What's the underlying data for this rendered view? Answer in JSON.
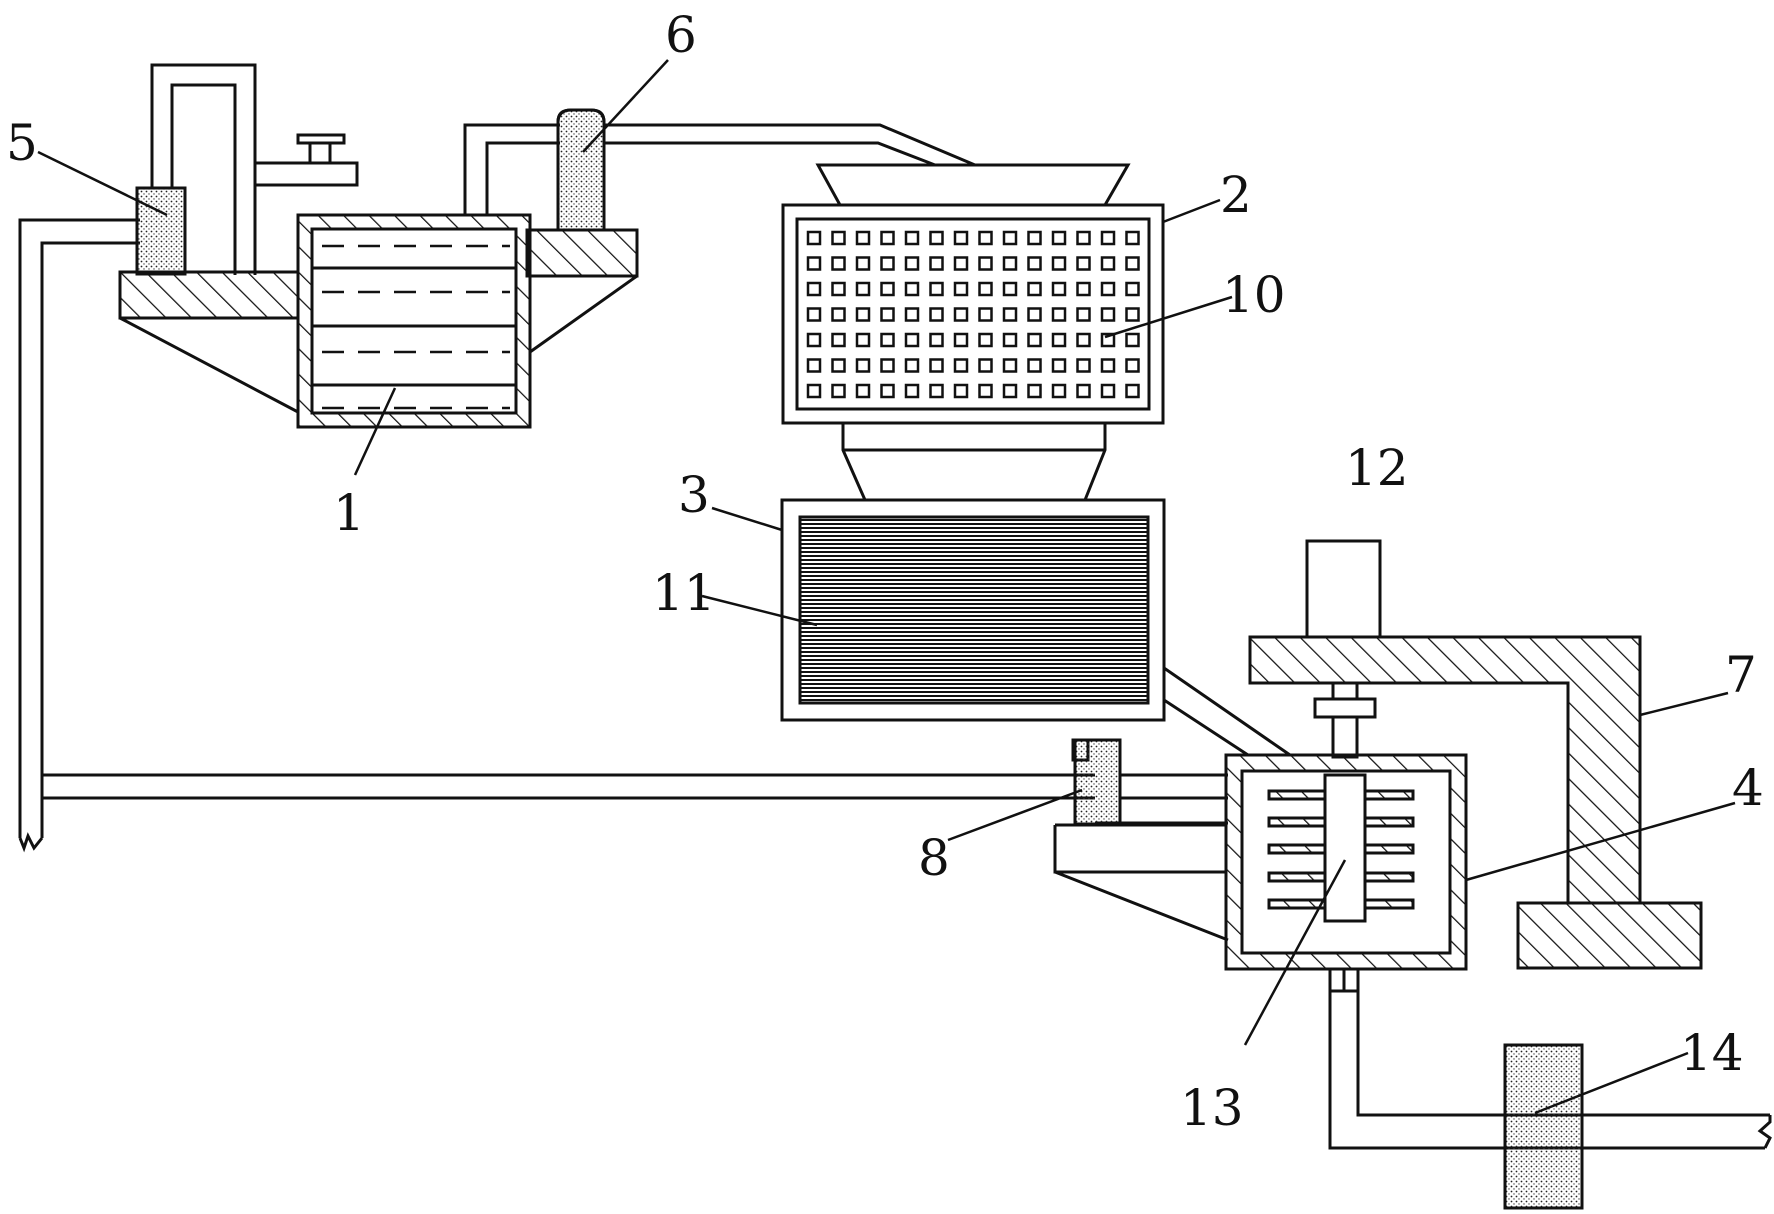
{
  "labels": {
    "l1": "1",
    "l2": "2",
    "l3": "3",
    "l4": "4",
    "l5": "5",
    "l6": "6",
    "l7": "7",
    "l8": "8",
    "l10": "10",
    "l11": "11",
    "l12": "12",
    "l13": "13",
    "l14": "14"
  },
  "colors": {
    "line": "#111111",
    "background": "#ffffff"
  }
}
